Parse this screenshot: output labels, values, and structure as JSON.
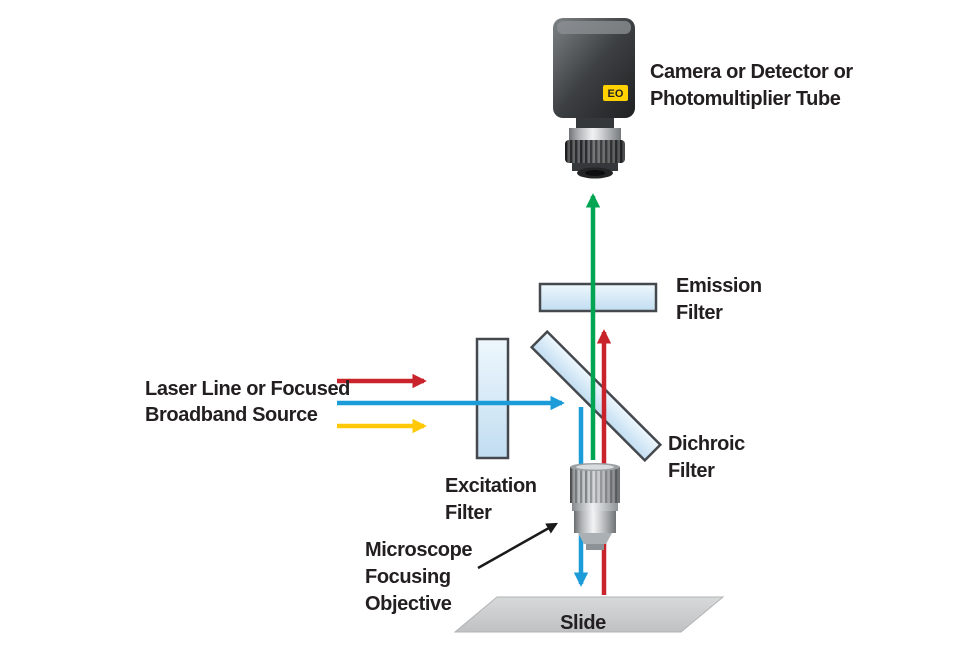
{
  "diagram": {
    "labels": {
      "camera_line1": "Camera or Detector or",
      "camera_line2": "Photomultiplier Tube",
      "emission_line1": "Emission",
      "emission_line2": "Filter",
      "dichroic_line1": "Dichroic",
      "dichroic_line2": "Filter",
      "excitation_line1": "Excitation",
      "excitation_line2": "Filter",
      "source_line1": "Laser Line or  Focused",
      "source_line2": "Broadband Source",
      "objective_line1": "Microscope",
      "objective_line2": "Focusing",
      "objective_line3": "Objective",
      "slide": "Slide",
      "camera_logo": "EO"
    },
    "colors": {
      "laser_red": "#c9232b",
      "laser_blue": "#1b9cd8",
      "laser_yellow": "#ffc907",
      "emission_green": "#00a551",
      "filter_outline": "#45494e",
      "slide_gray": "#c9cbcd",
      "text": "#231f20"
    }
  }
}
